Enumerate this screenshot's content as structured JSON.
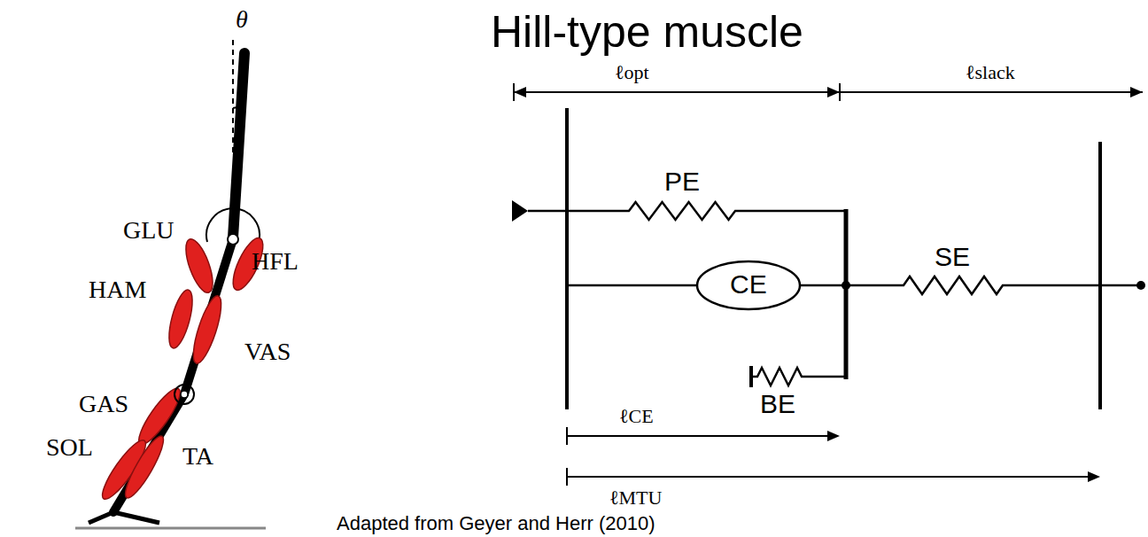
{
  "diagram": {
    "title": "Hill-type muscle",
    "caption": "Adapted from Geyer and Herr (2010)",
    "nodes": [
      {
        "text": [
          "CE"
        ]
      }
    ],
    "labels": [
      "θ",
      "GLU",
      "HFL",
      "HAM",
      "VAS",
      "GAS",
      "SOL",
      "TA",
      "ℓopt",
      "ℓslack",
      "PE",
      "SE",
      "BE",
      "ℓCE",
      "ℓMTU"
    ]
  }
}
